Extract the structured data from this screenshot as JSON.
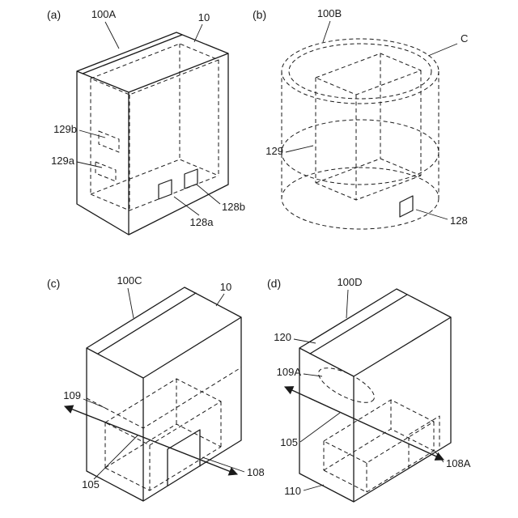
{
  "drawing": {
    "background": "#ffffff",
    "line_color": "#1a1a1a",
    "panel_a": {
      "tag": "(a)",
      "ref_100A": "100A",
      "ref_10": "10",
      "ref_129b": "129b",
      "ref_129a": "129a",
      "ref_128b": "128b",
      "ref_128a": "128a"
    },
    "panel_b": {
      "tag": "(b)",
      "ref_100B": "100B",
      "ref_C": "C",
      "ref_129": "129",
      "ref_128": "128"
    },
    "panel_c": {
      "tag": "(c)",
      "ref_100C": "100C",
      "ref_10": "10",
      "ref_109": "109",
      "ref_105": "105",
      "ref_108": "108"
    },
    "panel_d": {
      "tag": "(d)",
      "ref_100D": "100D",
      "ref_120": "120",
      "ref_109A": "109A",
      "ref_105": "105",
      "ref_108A": "108A",
      "ref_110": "110"
    }
  }
}
